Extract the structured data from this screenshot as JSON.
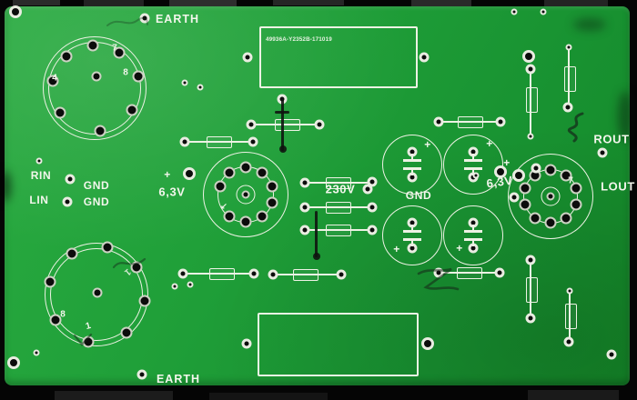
{
  "texts": {
    "earth_top": "EARTH",
    "earth_bottom": "EARTH",
    "part_number": "49936A-Y2352B-171019",
    "rin": "RIN",
    "lin": "LIN",
    "gnd_rin": "GND",
    "gnd_lin": "GND",
    "gnd_caps": "GND",
    "heater_left": "6,3V",
    "heater_right": "6,3V",
    "mains": "230V",
    "rout": "ROUT",
    "lout": "LOUT",
    "plus": "+",
    "pin7_tl": "7",
    "pin8_tl": "8",
    "pin4_tl": "4",
    "pin8_bl": "8",
    "pin1_bl": "1",
    "pin1_alt_bl": "1",
    "pin7_right": "7",
    "arrow": "↙"
  },
  "colors": {
    "board_green": "#1f9c37",
    "silkscreen_white": "#edf2e4",
    "hole_black": "#0c0c0c",
    "pad_ring": "#e9ece1",
    "background_black": "#050505"
  }
}
